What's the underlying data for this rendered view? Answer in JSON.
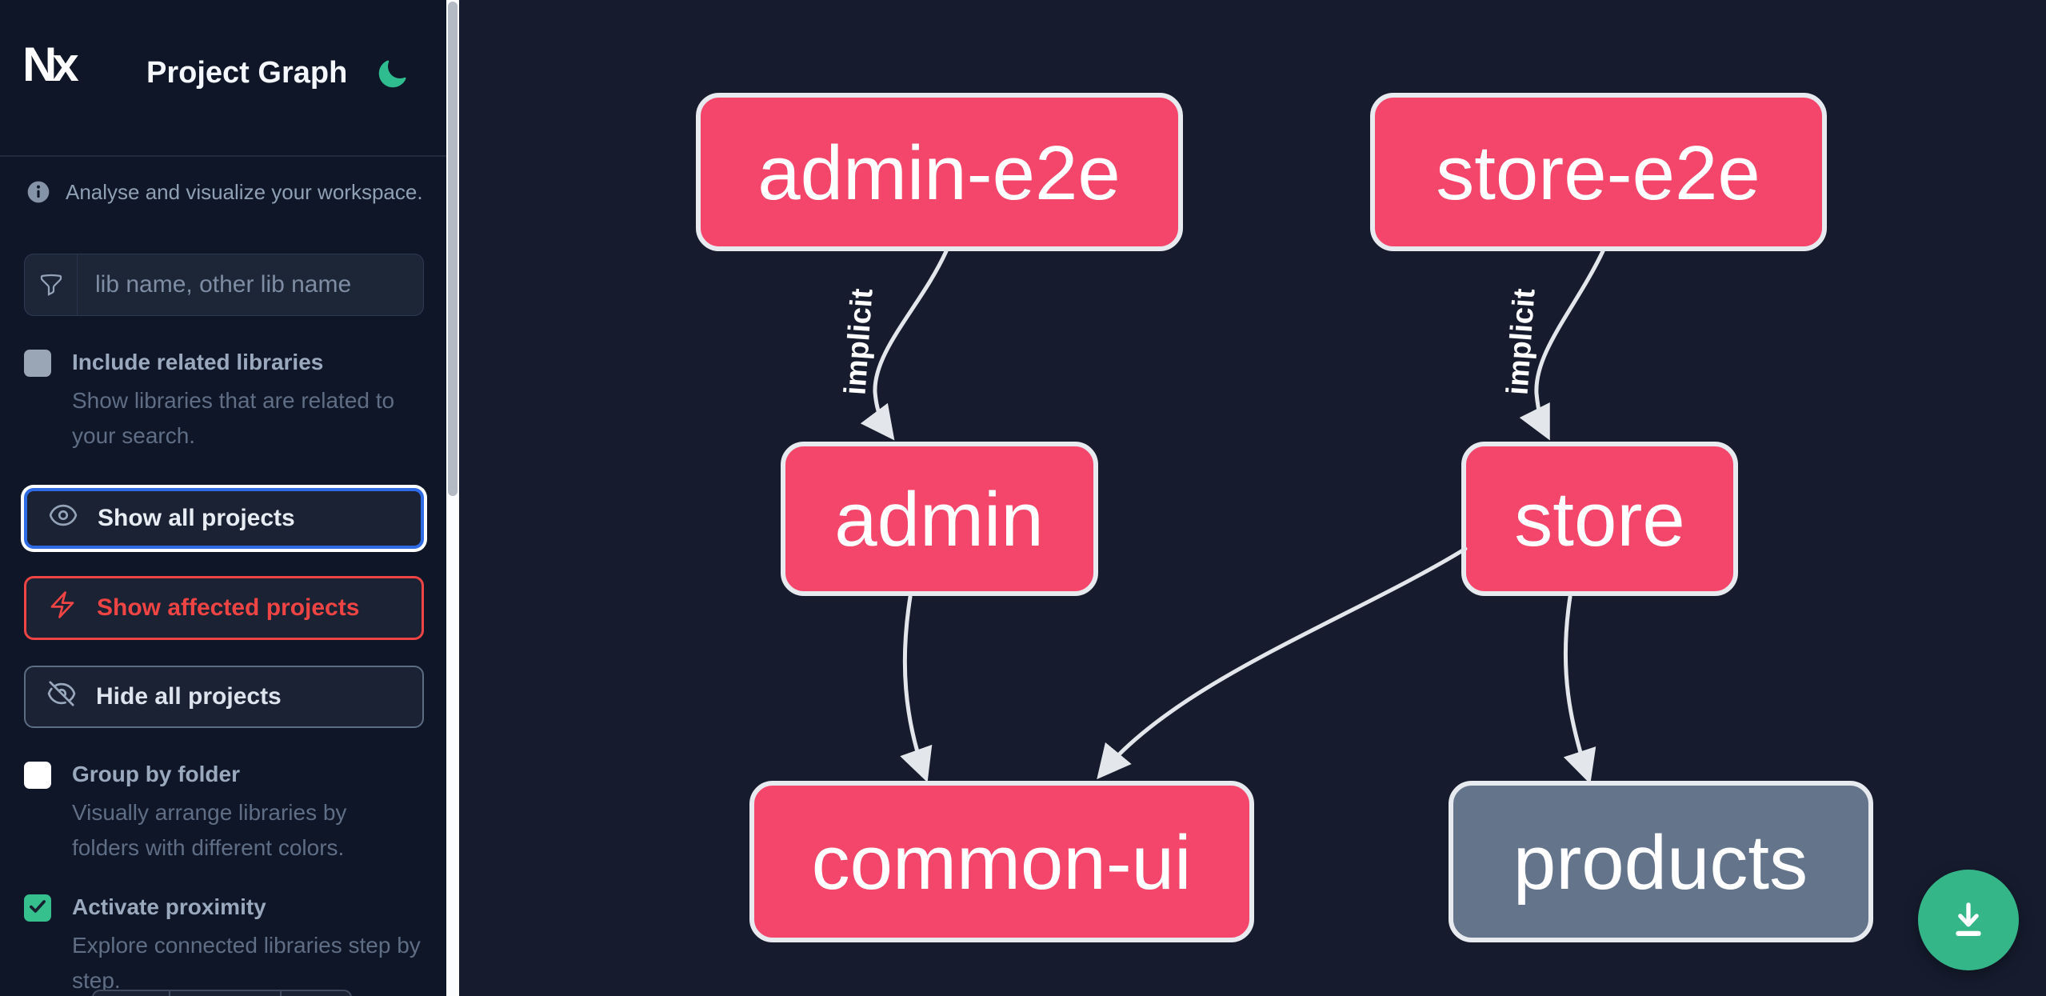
{
  "header": {
    "app_name": "Nx",
    "title": "Project Graph"
  },
  "sidebar": {
    "info_text": "Analyse and visualize your workspace.",
    "search": {
      "placeholder": "lib name, other lib name",
      "value": ""
    },
    "toggles": [
      {
        "label": "Include related libraries",
        "description": "Show libraries that are related to your search.",
        "checked": false,
        "state": "disabled"
      },
      {
        "label": "Group by folder",
        "description": "Visually arrange libraries by folders with different colors.",
        "checked": false,
        "state": "enabled"
      },
      {
        "label": "Activate proximity",
        "description": "Explore connected libraries step by step.",
        "checked": true,
        "state": "enabled"
      }
    ],
    "buttons": [
      {
        "label": "Show all projects",
        "icon": "eye-icon"
      },
      {
        "label": "Show affected projects",
        "icon": "bolt-icon"
      },
      {
        "label": "Hide all projects",
        "icon": "eye-slash-icon"
      }
    ]
  },
  "graph": {
    "nodes": [
      {
        "id": "admin-e2e",
        "label": "admin-e2e",
        "color": "#f4456b"
      },
      {
        "id": "store-e2e",
        "label": "store-e2e",
        "color": "#f4456b"
      },
      {
        "id": "admin",
        "label": "admin",
        "color": "#f4456b"
      },
      {
        "id": "store",
        "label": "store",
        "color": "#f4456b"
      },
      {
        "id": "common-ui",
        "label": "common-ui",
        "color": "#f4456b"
      },
      {
        "id": "products",
        "label": "products",
        "color": "#64748b"
      }
    ],
    "edges": [
      {
        "source": "admin-e2e",
        "target": "admin",
        "label": "implicit"
      },
      {
        "source": "store-e2e",
        "target": "store",
        "label": "implicit"
      },
      {
        "source": "admin",
        "target": "common-ui",
        "label": ""
      },
      {
        "source": "store",
        "target": "common-ui",
        "label": ""
      },
      {
        "source": "store",
        "target": "products",
        "label": ""
      }
    ]
  },
  "colors": {
    "sidebar_bg": "#0f1628",
    "canvas_bg": "#161c2e",
    "node_affected": "#f4456b",
    "node_default": "#64748b",
    "node_border": "#e7eaef",
    "edge": "#e3e6ea",
    "focus_blue": "#2e6be5",
    "danger_red": "#ef4444",
    "moon_green": "#2fbd90",
    "fab_green": "#35b689",
    "checkbox_green": "#35c08e"
  }
}
